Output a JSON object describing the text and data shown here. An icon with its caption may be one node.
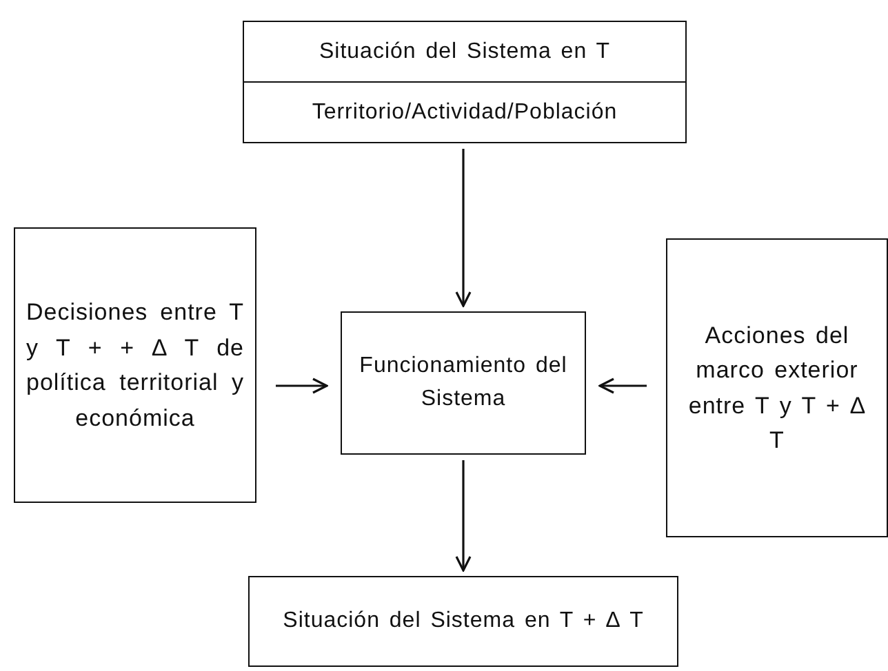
{
  "diagram": {
    "nodes": [
      {
        "text": [
          "Situación del Sistema en T",
          "Territorio/Actividad/Población"
        ]
      },
      {
        "text": [
          "Decisiones entre T y T + + ∆ T de política territorial y económica"
        ]
      },
      {
        "text": [
          "Funcionamiento del Sistema"
        ]
      },
      {
        "text": [
          "Acciones del marco exterior entre T y T + ∆ T"
        ]
      },
      {
        "text": [
          "Situación del Sistema en T + ∆ T"
        ]
      }
    ],
    "edges": [
      {
        "from": 0,
        "to": 2,
        "arrow": "to"
      },
      {
        "from": 1,
        "to": 2,
        "arrow": "to"
      },
      {
        "from": 3,
        "to": 2,
        "arrow": "to"
      },
      {
        "from": 2,
        "to": 4,
        "arrow": "to"
      }
    ]
  }
}
